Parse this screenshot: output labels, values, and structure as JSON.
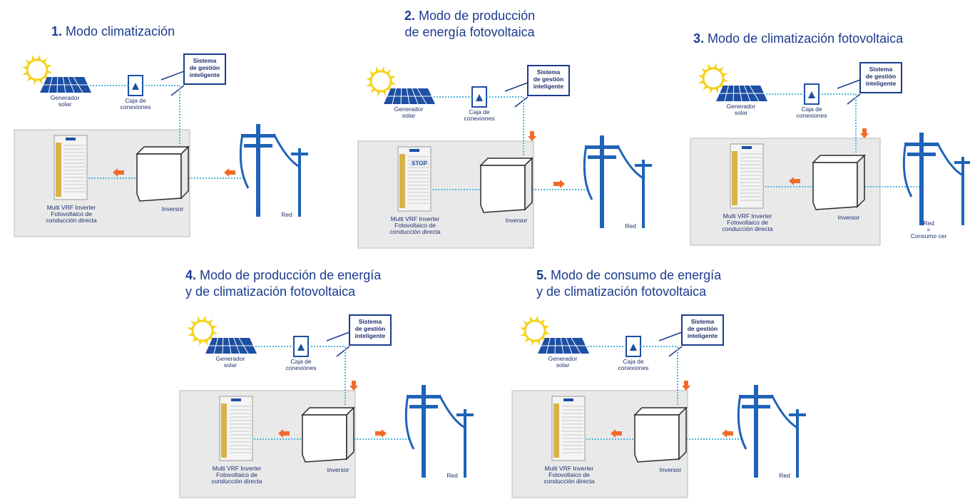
{
  "panels": [
    {
      "number": "1.",
      "title_lines": [
        "Modo climatización"
      ],
      "labels": {
        "solar": [
          "Generador",
          "solar"
        ],
        "box": [
          "Caja de",
          "conexiones"
        ],
        "system": [
          "Sistema",
          "de gestión",
          "inteligente"
        ],
        "vrf": [
          "Multi VRF Inverter",
          "Fotovoltaico de",
          "conducción directa"
        ],
        "inverter": "Inversor",
        "grid": [
          "Red"
        ],
        "stop": ""
      },
      "flows": {
        "inverter_to_vrf": true,
        "grid_direction": "to-inverter",
        "system_down": false
      }
    },
    {
      "number": "2.",
      "title_lines": [
        "Modo de producción",
        "de energía fotovoltaica"
      ],
      "labels": {
        "solar": [
          "Generador",
          "solar"
        ],
        "box": [
          "Caja de",
          "conexiones"
        ],
        "system": [
          "Sistema",
          "de gestión",
          "inteligente"
        ],
        "vrf": [
          "Multi VRF Inverter",
          "Fotovoltaico de",
          "conducción directa"
        ],
        "inverter": "Inversor",
        "grid": [
          "Red"
        ],
        "stop": "STOP"
      },
      "flows": {
        "inverter_to_vrf": false,
        "grid_direction": "to-grid",
        "system_down": true
      }
    },
    {
      "number": "3.",
      "title_lines": [
        "Modo de climatización fotovoltaica"
      ],
      "labels": {
        "solar": [
          "Generador",
          "solar"
        ],
        "box": [
          "Caja de",
          "conexiones"
        ],
        "system": [
          "Sistema",
          "de gestión",
          "inteligente"
        ],
        "vrf": [
          "Multi VRF Inverter",
          "Fotovoltaico de",
          "conducción directa"
        ],
        "inverter": "Inversor",
        "grid": [
          "Red",
          "=",
          "Consumo cer"
        ],
        "stop": ""
      },
      "flows": {
        "inverter_to_vrf": true,
        "grid_direction": "none",
        "system_down": true
      }
    },
    {
      "number": "4.",
      "title_lines": [
        "Modo de producción de energía",
        "y de climatización fotovoltaica"
      ],
      "labels": {
        "solar": [
          "Generador",
          "solar"
        ],
        "box": [
          "Caja de",
          "conexiones"
        ],
        "system": [
          "Sistema",
          "de gestión",
          "inteligente"
        ],
        "vrf": [
          "Multi VRF Inverter",
          "Fotovoltaico de",
          "conducción directa"
        ],
        "inverter": "Inversor",
        "grid": [
          "Red"
        ],
        "stop": ""
      },
      "flows": {
        "inverter_to_vrf": true,
        "grid_direction": "to-grid",
        "system_down": true
      }
    },
    {
      "number": "5.",
      "title_lines": [
        "Modo de consumo de energía",
        "y de climatización fotovoltaica"
      ],
      "labels": {
        "solar": [
          "Generador",
          "solar"
        ],
        "box": [
          "Caja de",
          "conexiones"
        ],
        "system": [
          "Sistema",
          "de gestión",
          "inteligente"
        ],
        "vrf": [
          "Multi VRF Inverter",
          "Fotovoltaico de",
          "conducción directa"
        ],
        "inverter": "Inversor",
        "grid": [
          "Red"
        ],
        "stop": ""
      },
      "flows": {
        "inverter_to_vrf": true,
        "grid_direction": "to-inverter",
        "system_down": true
      }
    }
  ],
  "colors": {
    "title": "#1a3b8f",
    "label": "#1f2f6e",
    "callout_border": "#1a3b8f",
    "panel_bg": "#e9e9ea",
    "panel_border": "#b9b9bb",
    "pole": "#1e63b8",
    "panel_cell": "#1d4fa3",
    "sun": "#f6d21c",
    "dotted": "#4fb7dc",
    "arrow": "#f26b2a",
    "stop": "#1d4fa3"
  },
  "icons": {
    "sun": "sun-icon",
    "solar_panel": "solar-panel-icon",
    "connection_box": "junction-box-icon",
    "vrf_unit": "vrf-outdoor-unit-icon",
    "inverter": "inverter-cube-icon",
    "pole": "power-pole-icon",
    "arrow": "flow-arrow-icon"
  }
}
